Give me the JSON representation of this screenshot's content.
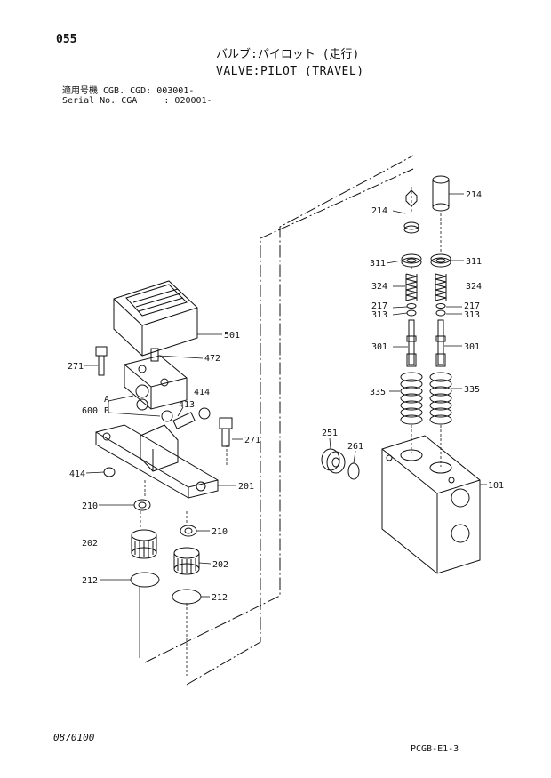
{
  "header": {
    "page_number": "055",
    "title_jp": "バルブ:パイロット (走行)",
    "title_en": "VALVE:PILOT (TRAVEL)",
    "serial_lines": [
      "適用号機 CGB. CGD: 003001-",
      "Serial No. CGA     : 020001-"
    ]
  },
  "footer": {
    "left_code": "0870100",
    "right_code": "PCGB-E1-3"
  },
  "callouts": {
    "c214a": "214",
    "c214b": "214",
    "c311a": "311",
    "c311b": "311",
    "c324a": "324",
    "c324b": "324",
    "c217a": "217",
    "c217b": "217",
    "c313a": "313",
    "c313b": "313",
    "c301a": "301",
    "c301b": "301",
    "c335a": "335",
    "c335b": "335",
    "c251": "251",
    "c261": "261",
    "c101": "101",
    "c501": "501",
    "c472": "472",
    "c271a": "271",
    "c414a": "414",
    "c413": "413",
    "c600": "600",
    "cA": "A",
    "cB": "B",
    "c271b": "271",
    "c414b": "414",
    "c201": "201",
    "c210a": "210",
    "c210b": "210",
    "c202a": "202",
    "c202b": "202",
    "c212a": "212",
    "c212b": "212"
  }
}
